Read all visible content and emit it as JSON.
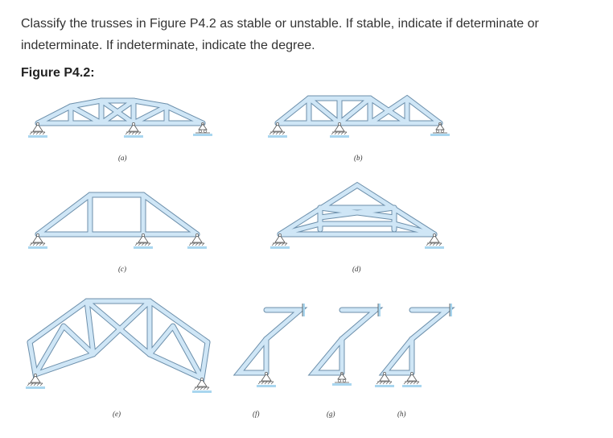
{
  "problem": {
    "text": "Classify the trusses in Figure P4.2 as stable or unstable. If stable, indicate if determinate or indeterminate. If indeterminate, indicate the degree.",
    "figure_title": "Figure P4.2:"
  },
  "figure": {
    "labels": {
      "a": "(a)",
      "b": "(b)",
      "c": "(c)",
      "d": "(d)",
      "e": "(e)",
      "f": "(f)",
      "g": "(g)",
      "h": "(h)"
    }
  },
  "colors": {
    "member_fill": "#cfe6f6",
    "member_edge": "#6c8fab",
    "ground": "#a9d6ef"
  }
}
